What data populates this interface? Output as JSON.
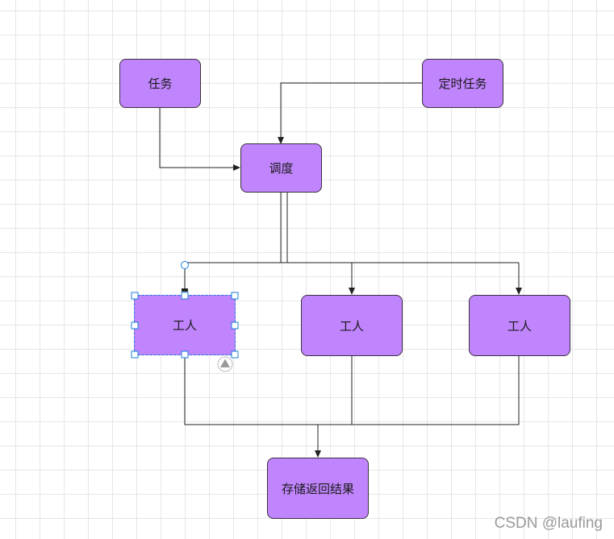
{
  "nodes": {
    "task": "任务",
    "timed_task": "定时任务",
    "scheduler": "调度",
    "worker1": "工人",
    "worker2": "工人",
    "worker3": "工人",
    "store": "存储返回结果"
  },
  "selected_node": "worker1",
  "colors": {
    "node_fill": "#c084fc",
    "node_border": "#3b3040",
    "selection": "#1e7fd8",
    "edge": "#222222"
  },
  "watermark": "CSDN @laufing"
}
